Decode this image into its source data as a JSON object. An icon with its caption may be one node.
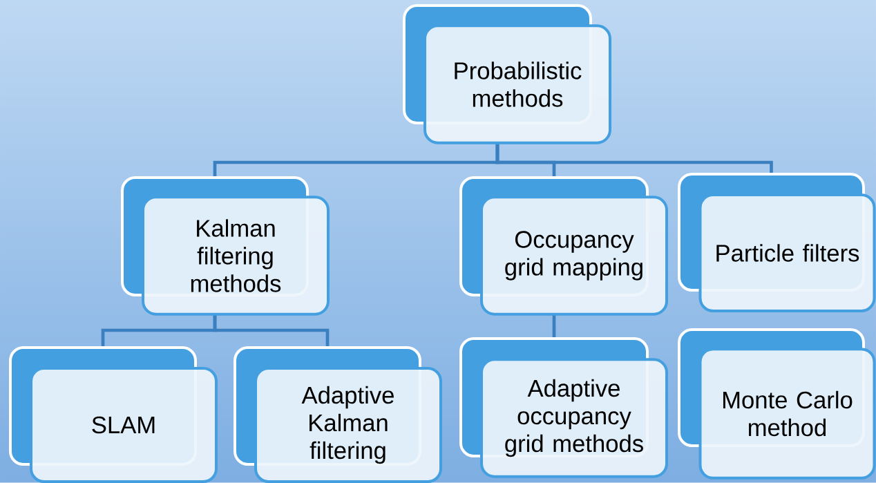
{
  "diagram": {
    "nodes": [
      {
        "text": [
          "Probabilistic methods"
        ]
      },
      {
        "text": [
          "Kalman filtering methods"
        ]
      },
      {
        "text": [
          "Occupancy grid mapping"
        ]
      },
      {
        "text": [
          "Particle filters"
        ]
      },
      {
        "text": [
          "SLAM"
        ]
      },
      {
        "text": [
          "Adaptive Kalman filtering"
        ]
      },
      {
        "text": [
          "Adaptive occupancy grid methods"
        ]
      },
      {
        "text": [
          "Monte Carlo method"
        ]
      }
    ],
    "edges": [
      {
        "from": 0,
        "to": 1,
        "arrow": "none"
      },
      {
        "from": 0,
        "to": 2,
        "arrow": "none"
      },
      {
        "from": 0,
        "to": 3,
        "arrow": "none"
      },
      {
        "from": 1,
        "to": 4,
        "arrow": "none"
      },
      {
        "from": 1,
        "to": 5,
        "arrow": "none"
      },
      {
        "from": 2,
        "to": 6,
        "arrow": "none"
      }
    ]
  }
}
